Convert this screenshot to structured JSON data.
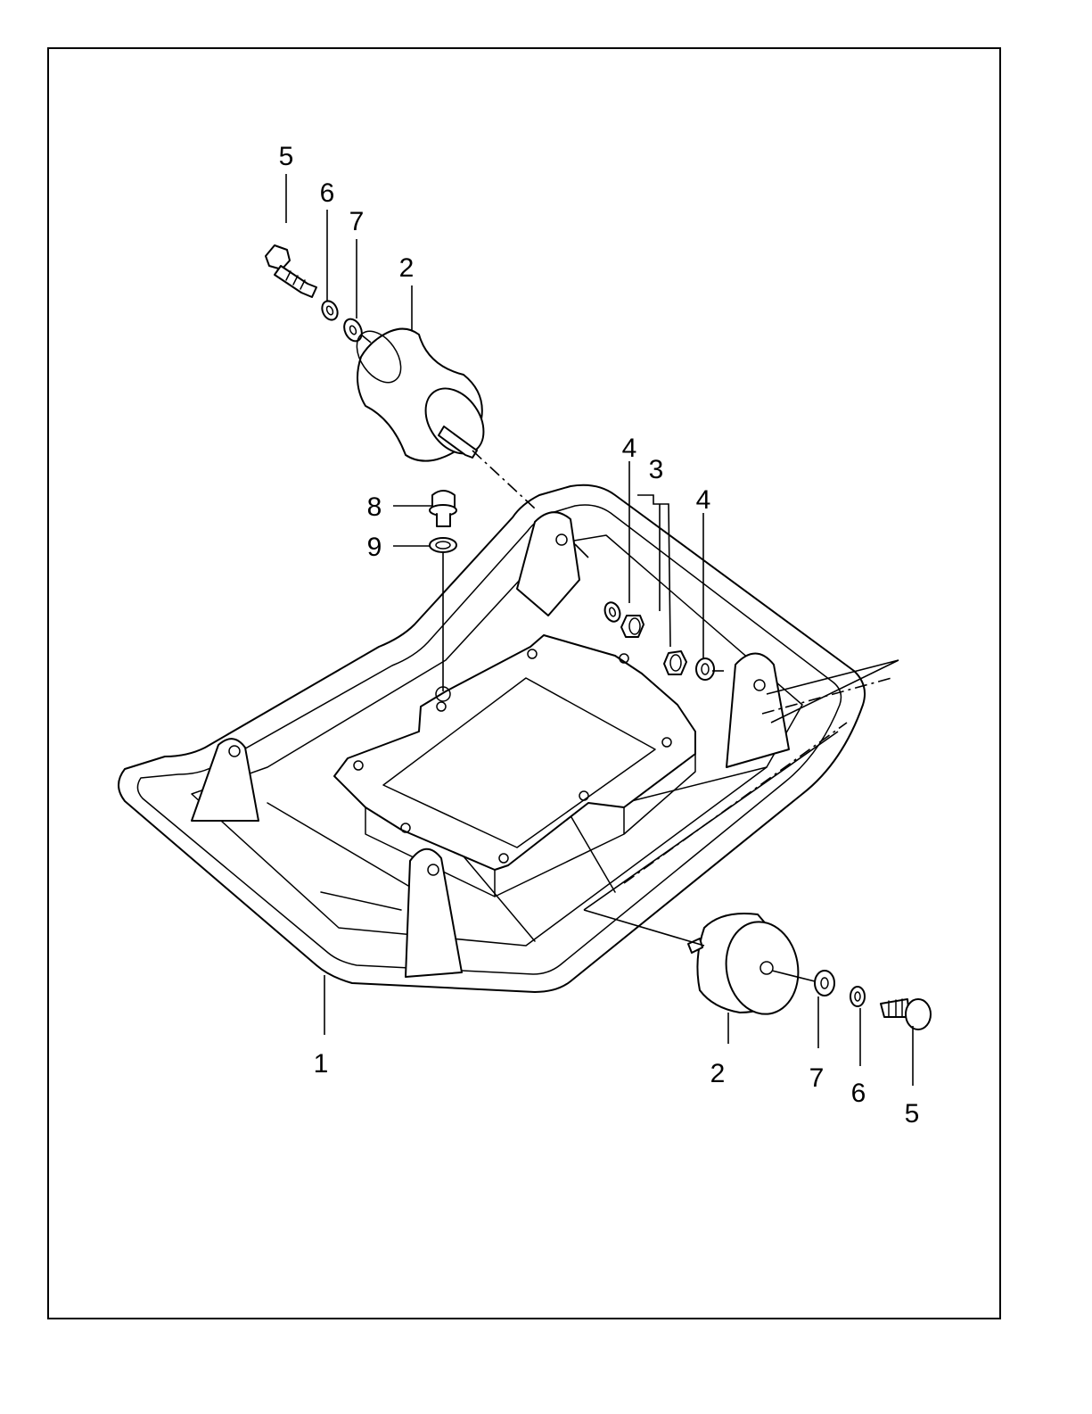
{
  "diagram": {
    "callouts": [
      "5",
      "6",
      "7",
      "2",
      "8",
      "9",
      "4",
      "3",
      "4",
      "1",
      "2",
      "7",
      "6",
      "5"
    ]
  }
}
